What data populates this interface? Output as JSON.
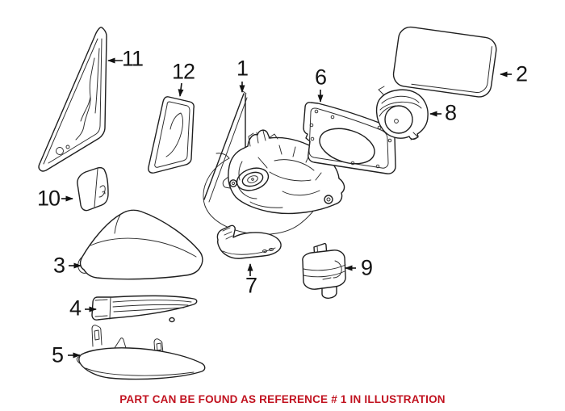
{
  "colors": {
    "background": "#ffffff",
    "line_art": "#1f1f1f",
    "callout_text": "#141414",
    "caption_red": "#c1121f"
  },
  "callouts": [
    {
      "label": "1"
    },
    {
      "label": "2"
    },
    {
      "label": "3"
    },
    {
      "label": "4"
    },
    {
      "label": "5"
    },
    {
      "label": "6"
    },
    {
      "label": "7"
    },
    {
      "label": "8"
    },
    {
      "label": "9"
    },
    {
      "label": "10"
    },
    {
      "label": "11"
    },
    {
      "label": "12"
    }
  ],
  "caption": {
    "text": "PART CAN BE FOUND AS REFERENCE # 1 IN ILLUSTRATION"
  }
}
